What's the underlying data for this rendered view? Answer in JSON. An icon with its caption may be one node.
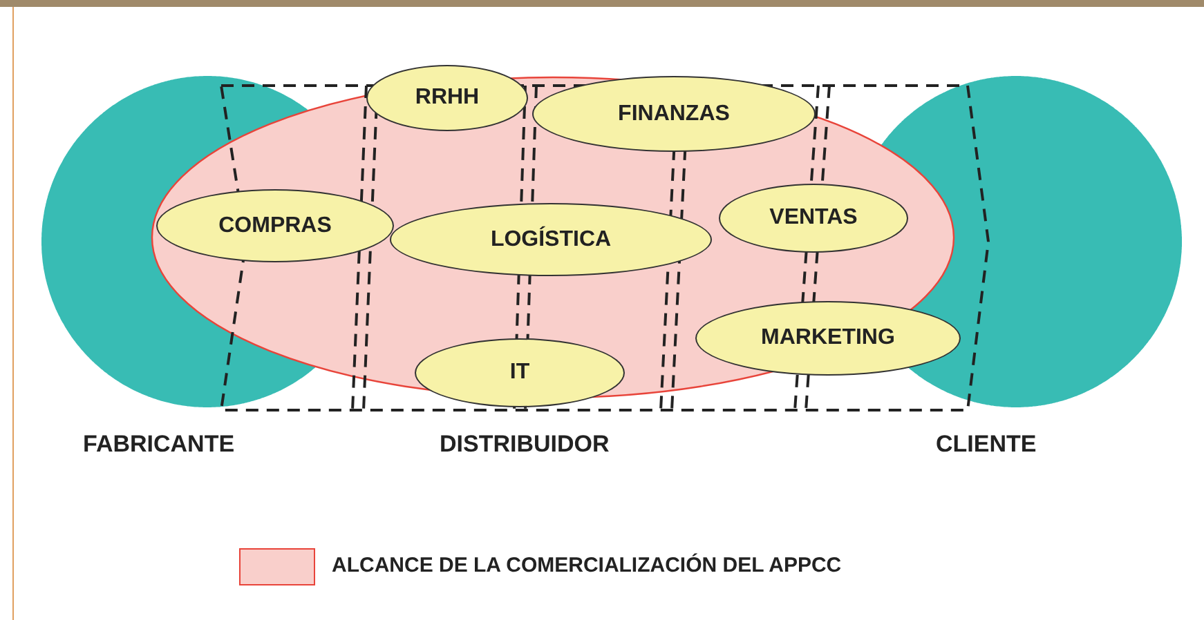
{
  "diagram": {
    "nodes": [
      {
        "text": [
          "FABRICANTE"
        ]
      },
      {
        "text": [
          "RRHH"
        ]
      },
      {
        "text": [
          "FINANZAS"
        ]
      },
      {
        "text": [
          "COMPRAS"
        ]
      },
      {
        "text": [
          "LOGÍSTICA"
        ]
      },
      {
        "text": [
          "VENTAS"
        ]
      },
      {
        "text": [
          "IT"
        ]
      },
      {
        "text": [
          "MARKETING"
        ]
      },
      {
        "text": [
          "CLIENTE"
        ]
      }
    ],
    "edges": [],
    "labels": [
      "DISTRIBUIDOR"
    ],
    "legend": [
      {
        "text": "ALCANCE DE LA COMERCIALIZACIÓN DEL APPCC",
        "color": "#f9cfcb"
      }
    ]
  }
}
